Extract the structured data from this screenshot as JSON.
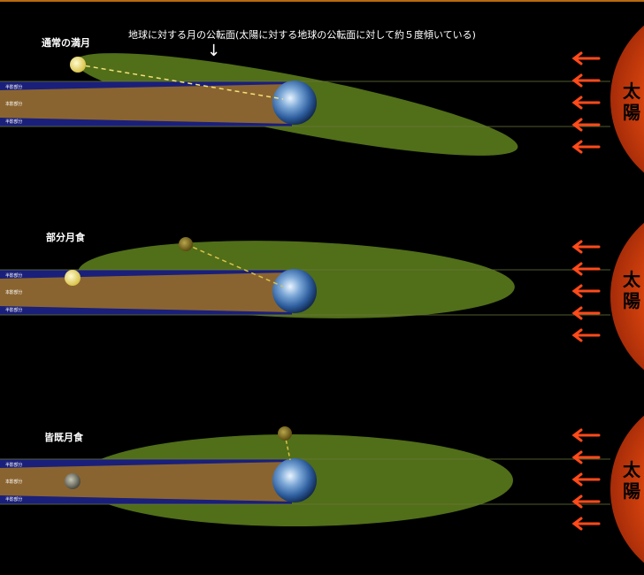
{
  "title": "地球に対する月の公転面(太陽に対する地球の公転面に対して約５度傾いている)",
  "panels": [
    {
      "label": "通常の満月",
      "band_labels": [
        "半影部分",
        "本影部分",
        "半影部分"
      ]
    },
    {
      "label": "部分月食",
      "band_labels": [
        "半影部分",
        "本影部分",
        "半影部分"
      ]
    },
    {
      "label": "皆既月食",
      "band_labels": [
        "半影部分",
        "本影部分",
        "半影部分"
      ]
    }
  ],
  "sun": {
    "chars": [
      "太",
      "陽"
    ]
  },
  "colors": {
    "background": "#000000",
    "orbit_plane": "#5a7a1c",
    "umbra": "#8a6430",
    "penumbra": "#1a1f7a",
    "arrow": "#ff4a1a",
    "sun": "#e04a10",
    "moon_bright": "#f2e37a",
    "moon_dim": "#8a8a5a"
  }
}
